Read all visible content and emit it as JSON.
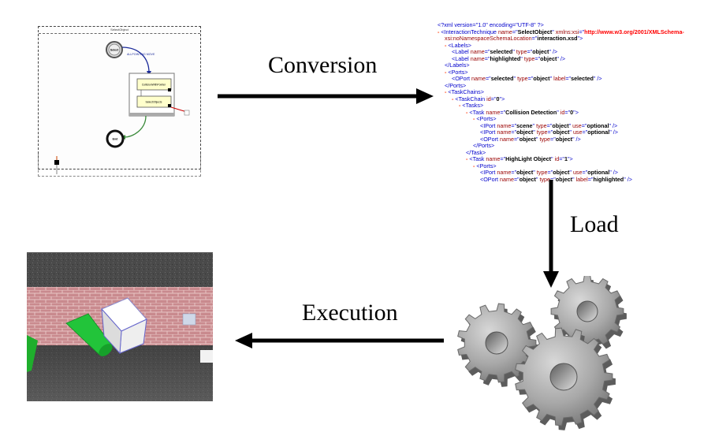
{
  "labels": {
    "conversion": "Conversion",
    "load": "Load",
    "execution": "Execution"
  },
  "editor": {
    "title": "SelectObject",
    "select_node": "Select",
    "edge_label": "ALLPOINTING MOVE",
    "task1": "CollisionWithPointer",
    "task2": "SelectObjects",
    "end_node": "End"
  },
  "xml_lines": [
    {
      "indent": 0,
      "html": "<span class='b'>&lt;?xml version=\"1.0\" encoding=\"UTF-8\" ?&gt;</span>"
    },
    {
      "indent": 0,
      "html": "<span class='dash'>-</span> <span class='b'>&lt;InteractionTechnique</span> <span class='r'>name</span><span class='b'>=\"</span><span class='bold'>SelectObject</span><span class='b'>\"</span> <span class='r'>xmlns:xsi</span><span class='b'>=\"</span><span class='red'>http://www.w3.org/2001/XMLSchema-</span>"
    },
    {
      "indent": 1,
      "html": "<span class='r'>xsi:noNamespaceSchemaLocation</span><span class='b'>=\"</span><span class='bold'>interaction.xsd</span><span class='b'>\"&gt;</span>"
    },
    {
      "indent": 1,
      "html": "<span class='dash'>-</span> <span class='b'>&lt;Labels&gt;</span>"
    },
    {
      "indent": 2,
      "html": "<span class='b'>&lt;Label</span> <span class='r'>name</span><span class='b'>=\"</span><span class='bold'>selected</span><span class='b'>\"</span> <span class='r'>type</span><span class='b'>=\"</span><span class='bold'>object</span><span class='b'>\" /&gt;</span>"
    },
    {
      "indent": 2,
      "html": "<span class='b'>&lt;Label</span> <span class='r'>name</span><span class='b'>=\"</span><span class='bold'>highlighted</span><span class='b'>\"</span> <span class='r'>type</span><span class='b'>=\"</span><span class='bold'>object</span><span class='b'>\" /&gt;</span>"
    },
    {
      "indent": 1,
      "html": "<span class='b'>&lt;/Labels&gt;</span>"
    },
    {
      "indent": 1,
      "html": "<span class='dash'>-</span> <span class='b'>&lt;Ports&gt;</span>"
    },
    {
      "indent": 2,
      "html": "<span class='b'>&lt;OPort</span> <span class='r'>name</span><span class='b'>=\"</span><span class='bold'>selected</span><span class='b'>\"</span> <span class='r'>type</span><span class='b'>=\"</span><span class='bold'>object</span><span class='b'>\"</span> <span class='r'>label</span><span class='b'>=\"</span><span class='bold'>selected</span><span class='b'>\" /&gt;</span>"
    },
    {
      "indent": 1,
      "html": "<span class='b'>&lt;/Ports&gt;</span>"
    },
    {
      "indent": 1,
      "html": "<span class='dash'>-</span> <span class='b'>&lt;TaskChains&gt;</span>"
    },
    {
      "indent": 2,
      "html": "<span class='dash'>-</span> <span class='b'>&lt;TaskChain</span> <span class='r'>id</span><span class='b'>=\"</span><span class='bold'>0</span><span class='b'>\"&gt;</span>"
    },
    {
      "indent": 3,
      "html": "<span class='dash'>-</span> <span class='b'>&lt;Tasks&gt;</span>"
    },
    {
      "indent": 4,
      "html": "<span class='dash'>-</span> <span class='b'>&lt;Task</span> <span class='r'>name</span><span class='b'>=\"</span><span class='bold'>Collision Detection</span><span class='b'>\"</span> <span class='r'>id</span><span class='b'>=\"</span><span class='bold'>0</span><span class='b'>\"&gt;</span>"
    },
    {
      "indent": 5,
      "html": "<span class='dash'>-</span> <span class='b'>&lt;Ports&gt;</span>"
    },
    {
      "indent": 6,
      "html": "<span class='b'>&lt;IPort</span> <span class='r'>name</span><span class='b'>=\"</span><span class='bold'>scene</span><span class='b'>\"</span> <span class='r'>type</span><span class='b'>=\"</span><span class='bold'>object</span><span class='b'>\"</span> <span class='r'>use</span><span class='b'>=\"</span><span class='bold'>optional</span><span class='b'>\" /&gt;</span>"
    },
    {
      "indent": 6,
      "html": "<span class='b'>&lt;IPort</span> <span class='r'>name</span><span class='b'>=\"</span><span class='bold'>object</span><span class='b'>\"</span> <span class='r'>type</span><span class='b'>=\"</span><span class='bold'>object</span><span class='b'>\"</span> <span class='r'>use</span><span class='b'>=\"</span><span class='bold'>optional</span><span class='b'>\" /&gt;</span>"
    },
    {
      "indent": 6,
      "html": "<span class='b'>&lt;OPort</span> <span class='r'>name</span><span class='b'>=\"</span><span class='bold'>object</span><span class='b'>\"</span> <span class='r'>type</span><span class='b'>=\"</span><span class='bold'>object</span><span class='b'>\" /&gt;</span>"
    },
    {
      "indent": 5,
      "html": "<span class='b'>&lt;/Ports&gt;</span>"
    },
    {
      "indent": 4,
      "html": "<span class='b'>&lt;/Task&gt;</span>"
    },
    {
      "indent": 4,
      "html": "<span class='dash'>-</span> <span class='b'>&lt;Task</span> <span class='r'>name</span><span class='b'>=\"</span><span class='bold'>HighLight Object</span><span class='b'>\"</span> <span class='r'>id</span><span class='b'>=\"</span><span class='bold'>1</span><span class='b'>\"&gt;</span>"
    },
    {
      "indent": 5,
      "html": "<span class='dash'>-</span> <span class='b'>&lt;Ports&gt;</span>"
    },
    {
      "indent": 6,
      "html": "<span class='b'>&lt;IPort</span> <span class='r'>name</span><span class='b'>=\"</span><span class='bold'>object</span><span class='b'>\"</span> <span class='r'>type</span><span class='b'>=\"</span><span class='bold'>object</span><span class='b'>\"</span> <span class='r'>use</span><span class='b'>=\"</span><span class='bold'>optional</span><span class='b'>\" /&gt;</span>"
    },
    {
      "indent": 6,
      "html": "<span class='b'>&lt;OPort</span> <span class='r'>name</span><span class='b'>=\"</span><span class='bold'>object</span><span class='b'>\"</span> <span class='r'>type</span><span class='b'>=\"</span><span class='bold'>object</span><span class='b'>\"</span> <span class='r'>label</span><span class='b'>=\"</span><span class='bold'>highlighted</span><span class='b'>\" /&gt;</span>"
    }
  ],
  "colors": {
    "arrow": "#000000",
    "task_box": "#ffffcc",
    "edge_blue": "#1a2a9a",
    "edge_green": "#3a8a3a",
    "edge_red": "#cc0000",
    "gear": "#9a9a9a",
    "brick": "#c9868a",
    "cube_green": "#22c43a"
  }
}
